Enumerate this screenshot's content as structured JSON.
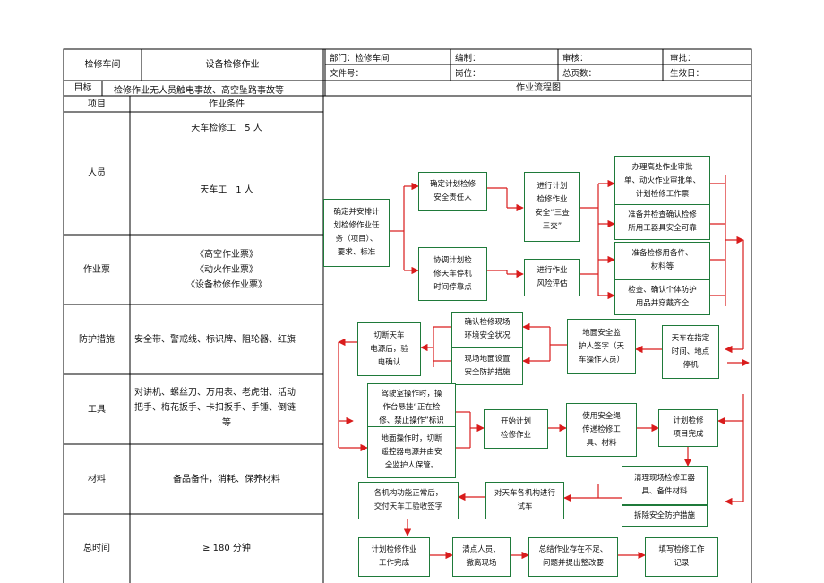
{
  "header": {
    "workshop": "检修车间",
    "job": "设备检修作业",
    "dept_label": "部门：检修车间",
    "compile_label": "编制：",
    "review_label": "审核：",
    "approve_label": "审批：",
    "doc_no_label": "文件号：",
    "post_label": "岗位：",
    "pages_label": "总页数：",
    "effective_label": "生效日："
  },
  "goal": {
    "label": "目标",
    "text": "检修作业无人员触电事故、高空坠路事故等",
    "flow_title": "作业流程图"
  },
  "table": {
    "col_item": "项目",
    "col_condition": "作业条件",
    "rows": [
      {
        "item": "人员",
        "lines": [
          "天车检修工　5 人",
          "",
          "",
          "天车工　1 人"
        ]
      },
      {
        "item": "作业票",
        "lines": [
          "《高空作业票》",
          "《动火作业票》",
          "《设备检修作业票》"
        ]
      },
      {
        "item": "防护措施",
        "lines": [
          "安全带、警戒线、标识牌、阻轮器、红旗"
        ]
      },
      {
        "item": "工具",
        "lines": [
          "对讲机、螺丝刀、万用表、老虎钳、活动",
          "把手、梅花扳手、卡扣扳手、手锤、倒链",
          "等"
        ]
      },
      {
        "item": "材料",
        "lines": [
          "备品备件，消耗、保养材料"
        ]
      },
      {
        "item": "总时间",
        "lines": [
          "≥ 180 分钟"
        ]
      }
    ]
  },
  "flow": {
    "boxes": {
      "b1": "确定并安排计\n划检修作业任\n务（项目）、\n要求、标准",
      "b2": "确定计划检修\n安全责任人",
      "b3": "协调计划检\n修天车停机\n时间停靠点",
      "b4": "进行计划\n检修作业\n安全“三查\n三交”",
      "b5": "进行作业\n风险评估",
      "b6": "办理高处作业审批\n单、动火作业审批单、\n计划检修工作票",
      "b7": "准备并检查确认检修\n所用工器具安全可靠",
      "b8": "准备检修用备件、\n材料等",
      "b9": "检查、确认个体防护\n用品并穿戴齐全",
      "b10": "天车在指定\n时间、地点\n停机",
      "b11": "地面安全监\n护人签字（天\n车操作人员）",
      "b12": "确认检修现场\n环境安全状况",
      "b13": "现场地面设置\n安全防护措施",
      "b14": "切断天车\n电源后，验\n电确认",
      "b15": "驾驶室操作时，操\n作台悬挂“正在检\n修、禁止操作”标识",
      "b16": "地面操作时，切断\n遥控器电源并由安\n全监护人保管。",
      "b17": "开始计划\n检修作业",
      "b18": "使用安全绳\n传递检修工\n具、材料",
      "b19": "计划检修\n项目完成",
      "b20": "清理现场检修工器\n具、备件材料",
      "b21": "拆除安全防护措施",
      "b22": "对天车各机构进行\n试车",
      "b23": "各机构功能正常后，\n交付天车工验收签字",
      "b24": "计划检修作业\n工作完成",
      "b25": "清点人员、\n撤离现场",
      "b26": "总结作业存在不足、\n问题并提出整改要",
      "b27": "填写检修工作\n记录"
    }
  },
  "colors": {
    "border": "#000000",
    "box_border": "#1f7a3a",
    "arrow": "#d91c1c"
  }
}
